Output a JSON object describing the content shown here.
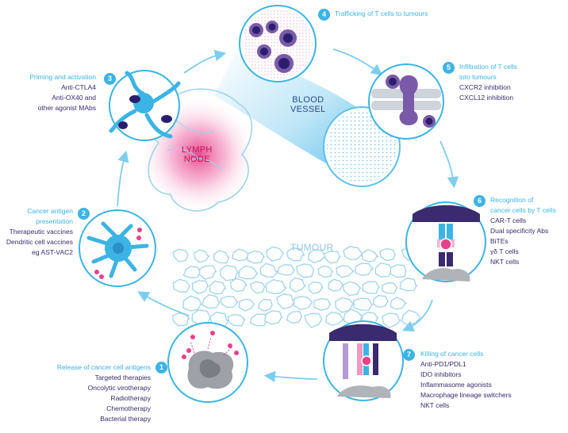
{
  "colors": {
    "accent": "#3bb4e5",
    "dark_purple": "#3a2a6e",
    "lymph_pink": "#e8418a",
    "tcell_core": "#2b1e6e",
    "tumour_outline": "#9fd3ec"
  },
  "labels": {
    "lymph_node": [
      "LYMPH",
      "NODE"
    ],
    "blood_vessel": [
      "BLOOD",
      "VESSEL"
    ],
    "tumour": "TUMOUR"
  },
  "steps": [
    {
      "number": "1",
      "title": [
        "Release of cancer cell antigens"
      ],
      "items": [
        "Targeted therapies",
        "Oncolytic virotherapy",
        "Radiotherapy",
        "Chemotherapy",
        "Bacterial therapy"
      ]
    },
    {
      "number": "2",
      "title": [
        "Cancer antigen",
        "presentation"
      ],
      "items": [
        "Therapeutic vaccines",
        "Dendritic cell vaccines",
        "eg AST-VAC2"
      ]
    },
    {
      "number": "3",
      "title": [
        "Priming and activation"
      ],
      "items": [
        "Anti-CTLA4",
        "Anti-OX40 and",
        "other agonist MAbs"
      ]
    },
    {
      "number": "4",
      "title": [
        "Trafficking of T cells to tumours"
      ],
      "items": []
    },
    {
      "number": "5",
      "title": [
        "Infiltration of T cells",
        "into tumours"
      ],
      "items": [
        "CXCR2 inhibition",
        "CXCL12 inhibition"
      ]
    },
    {
      "number": "6",
      "title": [
        "Recognition of",
        "cancer cells by T cells"
      ],
      "items": [
        "CAR-T cells",
        "Dual specificity Abs",
        "BiTEs",
        "γδ T cells",
        "NKT cells"
      ]
    },
    {
      "number": "7",
      "title": [
        "Killing of cancer cells"
      ],
      "items": [
        "Anti-PD1/PDL1",
        "IDO inhibitors",
        "Inflammasome agonists",
        "Macrophage lineage switchers",
        "NKT cells"
      ]
    }
  ]
}
